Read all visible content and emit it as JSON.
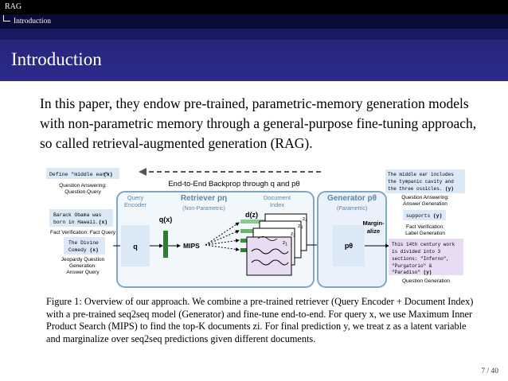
{
  "nav": {
    "section": "RAG",
    "subsection": "Introduction"
  },
  "slide": {
    "title": "Introduction",
    "intro": "In this paper, they endow pre-trained, parametric-memory generation models with non-parametric memory through a general-purpose fine-tuning approach, so called retrieval-augmented generation (RAG).",
    "page": "7 / 40"
  },
  "figure": {
    "backprop": "End-to-End Backprop through q and pθ",
    "query_boxes": [
      {
        "text": "Define \"middle ear\"",
        "var": "(x)",
        "label1": "Question Answering:",
        "label2": "Question Query"
      },
      {
        "text": "Barack Obama was born in Hawaii.",
        "var": "(x)",
        "label1": "Fact Verification: Fact Query",
        "label2": ""
      },
      {
        "text": "The Divine Comedy",
        "var": "(x)",
        "label1": "Jeopardy Question",
        "label2": "Generation:",
        "label3": "Answer Query"
      }
    ],
    "query_encoder": "Query Encoder",
    "q": "q",
    "qx": "q(x)",
    "mips": "MIPS",
    "retriever_title": "Retriever pη",
    "retriever_sub": "(Non-Parametric)",
    "doc_index": "Document Index",
    "dz": "d(z)",
    "z_labels": [
      "z4",
      "z3",
      "z2",
      "z1"
    ],
    "generator_title": "Generator pθ",
    "generator_sub": "(Parametric)",
    "marginalize": "Margin-alize",
    "p_theta": "pθ",
    "output_boxes": [
      {
        "text": "The middle ear includes the tympanic cavity and the three ossicles.",
        "var": "(y)",
        "label1": "Question Answering:",
        "label2": "Answer Generation"
      },
      {
        "text": "supports",
        "var": "(y)",
        "label1": "Fact Verification:",
        "label2": "Label Generation"
      },
      {
        "text": "This 14th century work is divided into 3 sections: \"Inferno\", \"Purgatorio\" & \"Paradiso\"",
        "var": "(y)",
        "label1": "Question Generation",
        "label2": ""
      }
    ]
  },
  "caption": "Figure 1: Overview of our approach. We combine a pre-trained retriever (Query Encoder + Document Index) with a pre-trained seq2seq model (Generator) and fine-tune end-to-end. For query x, we use Maximum Inner Product Search (MIPS) to find the top-K documents zi. For final prediction y, we treat z as a latent variable and marginalize over seq2seq predictions given different documents.",
  "colors": {
    "header": "#000000",
    "title_bar": "#2b2b8c",
    "query_box": "#dbe9f7",
    "doc_box": "#e8dcf3",
    "green": "#2e7d32",
    "panel_border": "#7fa7c4"
  }
}
